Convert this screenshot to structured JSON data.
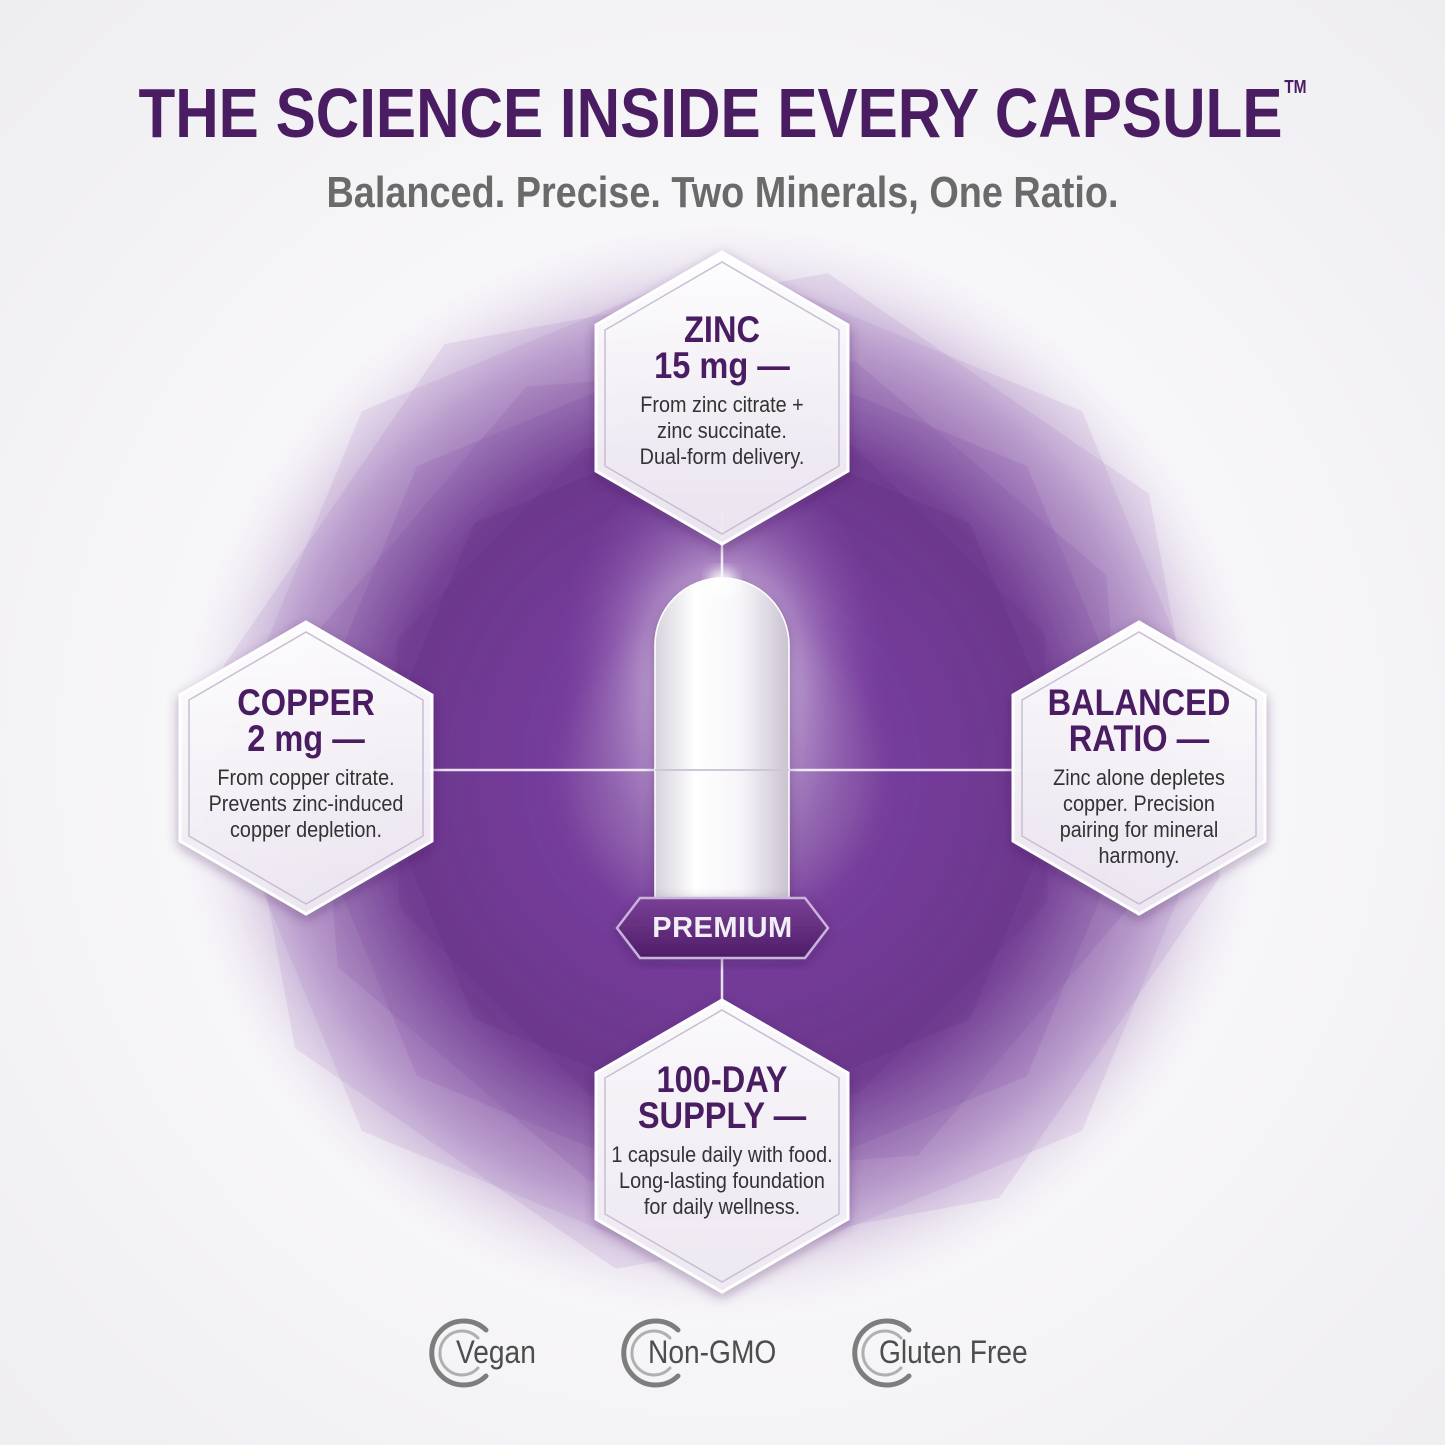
{
  "header": {
    "title": "THE SCIENCE INSIDE EVERY CAPSULE",
    "trademark": "TM",
    "subtitle": "Balanced. Precise. Two Minerals, One Ratio."
  },
  "capsule": {
    "band_label": "PREMIUM"
  },
  "features": {
    "zinc": {
      "label_line1": "ZINC",
      "label_line2": "15 mg —",
      "desc_line1": "From zinc citrate +",
      "desc_line2": "zinc succinate.",
      "desc_line3": "Dual-form delivery."
    },
    "copper": {
      "label_line1": "COPPER",
      "label_line2": "2 mg —",
      "desc_line1": "From copper citrate.",
      "desc_line2": "Prevents zinc-induced",
      "desc_line3": "copper depletion."
    },
    "ratio": {
      "label_line1": "BALANCED",
      "label_line2": "RATIO —",
      "desc_line1": "Zinc alone depletes",
      "desc_line2": "copper. Precision",
      "desc_line3": "pairing for mineral",
      "desc_line4": "harmony."
    },
    "supply": {
      "label_line1": "100-DAY",
      "label_line2": "SUPPLY —",
      "desc_line1": "1 capsule daily with food.",
      "desc_line2": "Long-lasting foundation",
      "desc_line3": "for daily wellness."
    }
  },
  "badges": [
    {
      "label": "Vegan",
      "icon": "c-ring-icon"
    },
    {
      "label": "Non-GMO",
      "icon": "c-ring-icon"
    },
    {
      "label": "Gluten Free",
      "icon": "c-ring-icon"
    }
  ],
  "colors": {
    "brand_purple": "#4a1d62",
    "glow_purple": "#6b2a93",
    "text_gray": "#6a6a6a",
    "body_text": "#333333"
  }
}
